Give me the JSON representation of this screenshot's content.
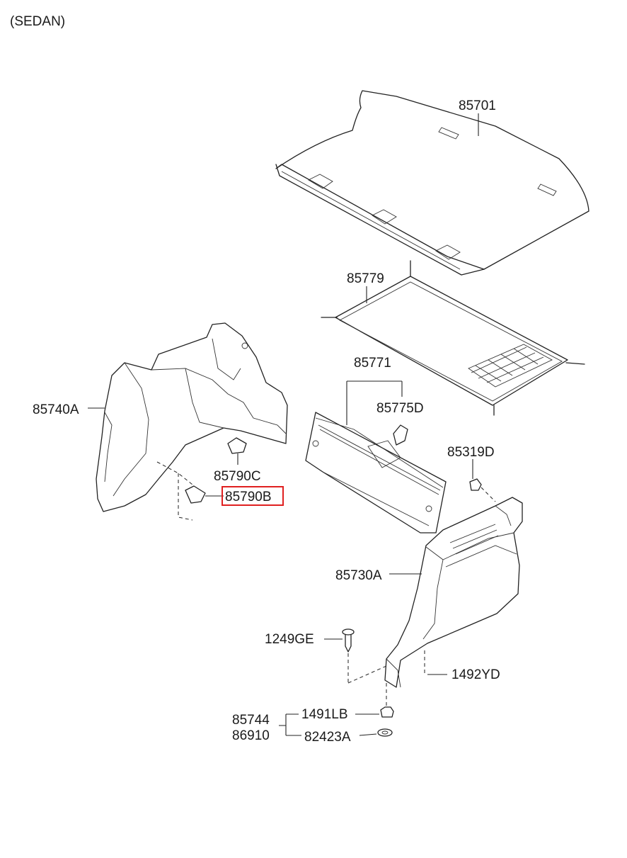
{
  "header": {
    "variant": "(SEDAN)"
  },
  "highlight": {
    "part": "85790B",
    "color": "#e02020"
  },
  "parts": {
    "p85701": "85701",
    "p85779": "85779",
    "p85771": "85771",
    "p85775D": "85775D",
    "p85740A": "85740A",
    "p85790C": "85790C",
    "p85790B": "85790B",
    "p85319D": "85319D",
    "p85730A": "85730A",
    "p1249GE": "1249GE",
    "p1492YD": "1492YD",
    "p85744": "85744",
    "p86910": "86910",
    "p1491LB": "1491LB",
    "p82423A": "82423A"
  }
}
